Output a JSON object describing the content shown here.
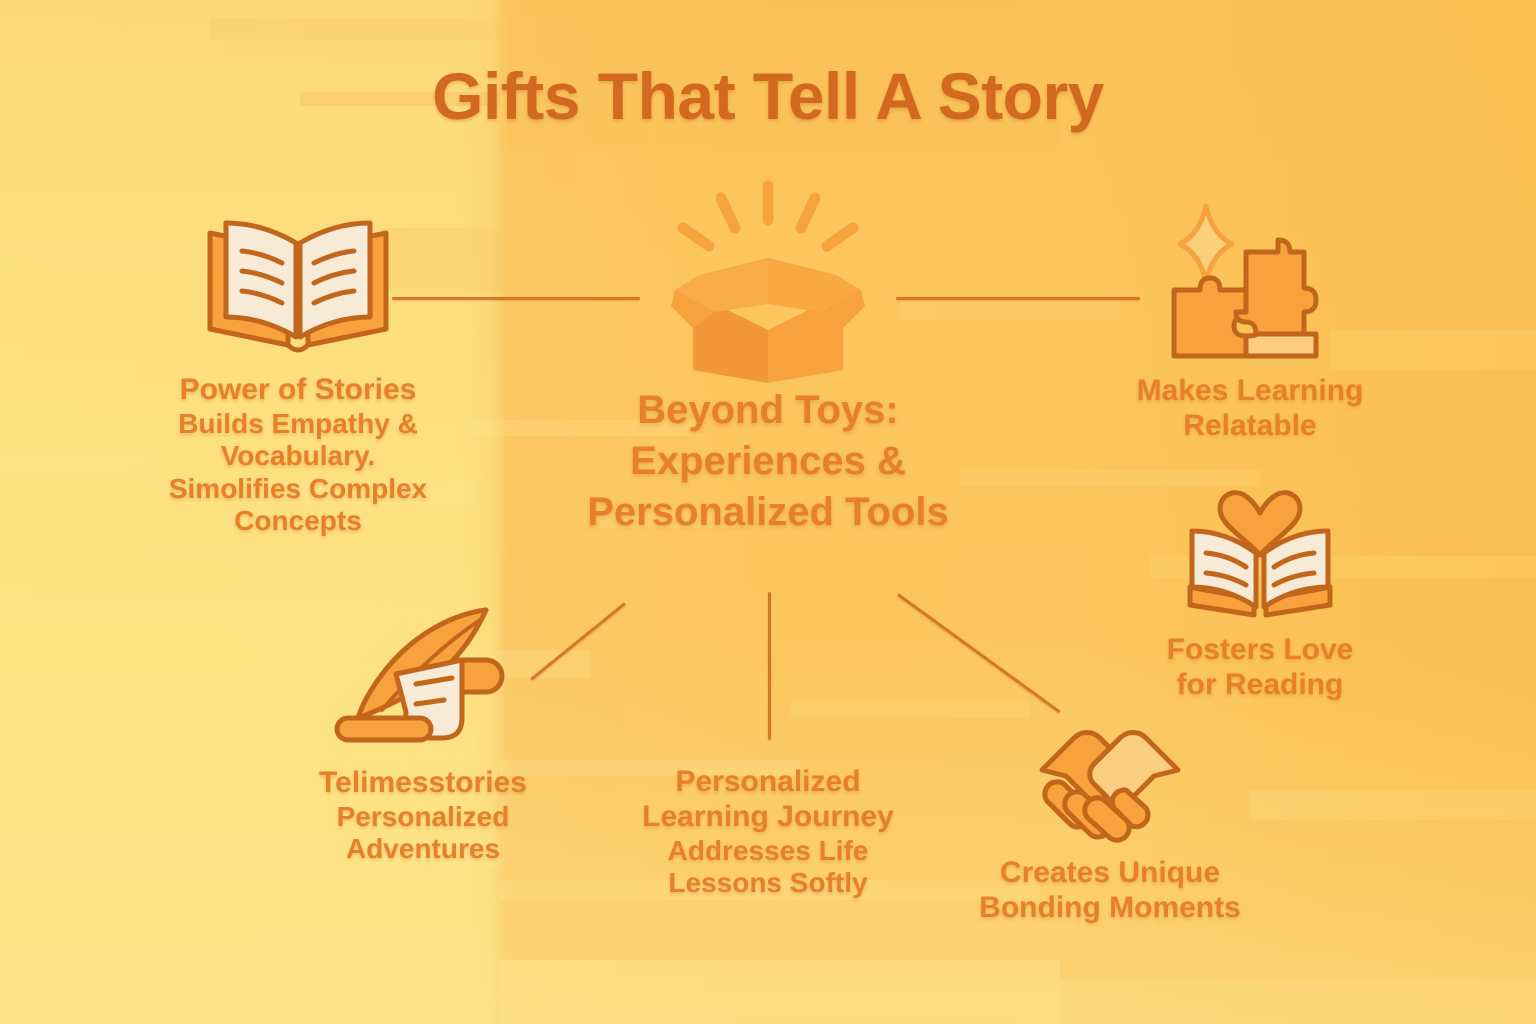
{
  "page": {
    "title": "Gifts That Tell A Story",
    "background_left": "#fde282",
    "background_right": "#fabf52",
    "title_color": "#d2691e",
    "text_color": "#e8802a",
    "icon_fill": "#f7a23c",
    "icon_stroke": "#c2661c",
    "icon_paper": "#f7ead7"
  },
  "center": {
    "icon": "open-gift-box-icon",
    "title_line1": "Beyond Toys:",
    "title_line2": "Experiences &",
    "title_line3": "Personalized Tools"
  },
  "nodes": [
    {
      "id": "power-of-stories",
      "icon": "open-book-icon",
      "title": "Power of Stories",
      "sub_lines": [
        "Builds Empathy &",
        "Vocabulary.",
        "Simolifies Complex",
        "Concepts"
      ]
    },
    {
      "id": "makes-learning-relatable",
      "icon": "puzzle-pieces-sparkle-icon",
      "title_lines": [
        "Makes Learning",
        "Relatable"
      ],
      "sub_lines": []
    },
    {
      "id": "fosters-love-for-reading",
      "icon": "book-with-heart-icon",
      "title_lines": [
        "Fosters Love",
        "for Reading"
      ],
      "sub_lines": []
    },
    {
      "id": "creates-unique-bonding-moments",
      "icon": "handshake-icon",
      "title_lines": [
        "Creates Unique",
        "Bonding Moments"
      ],
      "sub_lines": []
    },
    {
      "id": "personalized-learning-journey",
      "icon": "",
      "title_lines": [
        "Personalized",
        "Learning Journey"
      ],
      "sub_lines": [
        "Addresses Life",
        "Lessons Softly"
      ]
    },
    {
      "id": "telimesstories",
      "icon": "quill-and-scroll-icon",
      "title": "Telimesstories",
      "sub_lines": [
        "Personalized",
        "Adventures"
      ]
    }
  ],
  "labels": {
    "power_title": "Power of Stories",
    "power_sub1": "Builds Empathy &",
    "power_sub2": "Vocabulary.",
    "power_sub3": "Simolifies Complex",
    "power_sub4": "Concepts",
    "learning_title1": "Makes Learning",
    "learning_title2": "Relatable",
    "reading_title1": "Fosters Love",
    "reading_title2": "for Reading",
    "bonding_title1": "Creates Unique",
    "bonding_title2": "Bonding Moments",
    "journey_title1": "Personalized",
    "journey_title2": "Learning Journey",
    "journey_sub1": "Addresses Life",
    "journey_sub2": "Lessons Softly",
    "stories_title": "Telimesstories",
    "stories_sub1": "Personalized",
    "stories_sub2": "Adventures"
  }
}
